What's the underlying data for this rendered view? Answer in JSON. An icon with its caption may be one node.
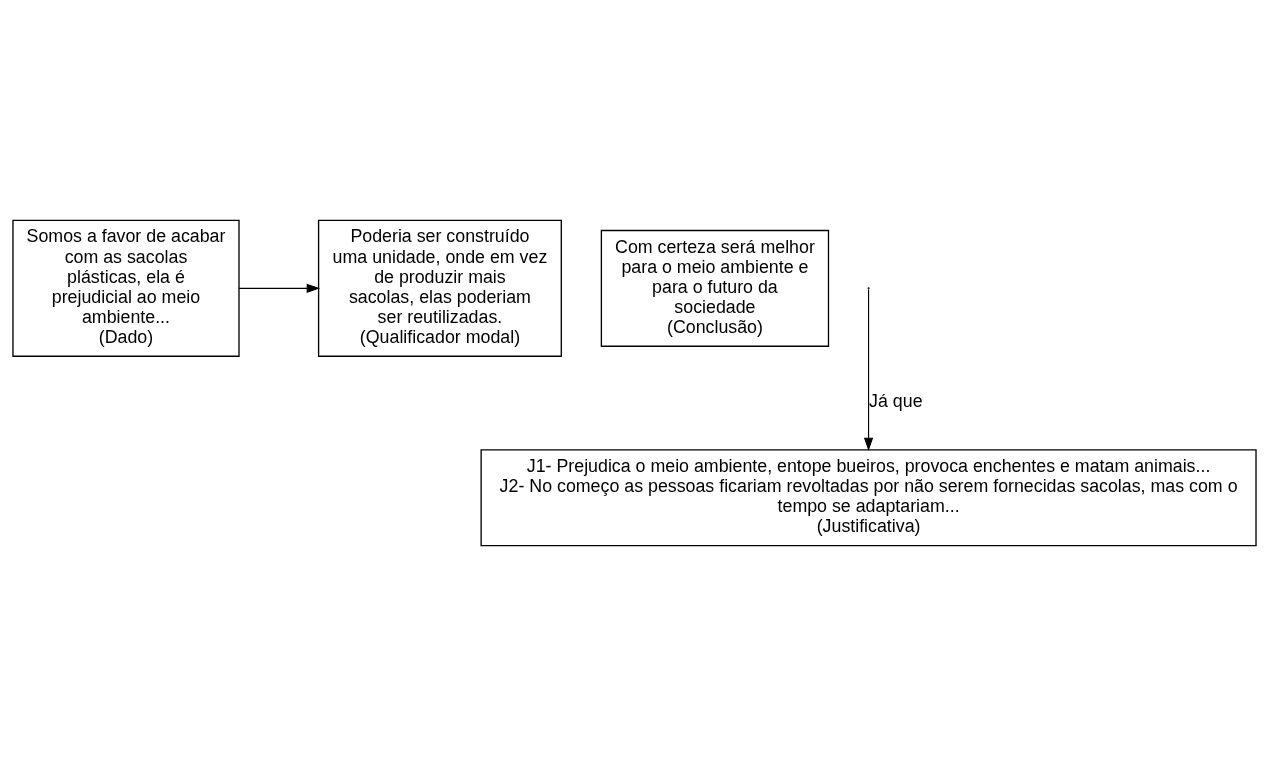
{
  "diagram": {
    "nodes": [
      {
        "text": [
          "Somos a favor de acabar com as sacolas plásticas, ela é prejudicial ao meio ambiente...",
          "(Dado)"
        ]
      },
      {
        "text": [
          "Poderia ser construído uma unidade, onde em vez de produzir mais sacolas, elas poderiam ser reutilizadas.",
          "(Qualificador modal)"
        ]
      },
      {
        "text": [
          "Com certeza será melhor para o meio ambiente e para o futuro da sociedade",
          "(Conclusão)"
        ]
      },
      {
        "text": [
          "J1- Prejudica o meio ambiente, entope bueiros, provoca enchentes e matam animais...",
          "J2- No começo as pessoas ficariam revoltadas por não serem fornecidas sacolas, mas com o tempo se adaptariam...",
          "(Justificativa)"
        ]
      }
    ],
    "edges": [
      {
        "from": 0,
        "to": 1,
        "arrow": "to"
      },
      {
        "from": null,
        "to": 3,
        "arrow": "to",
        "label": "Já que"
      }
    ]
  }
}
